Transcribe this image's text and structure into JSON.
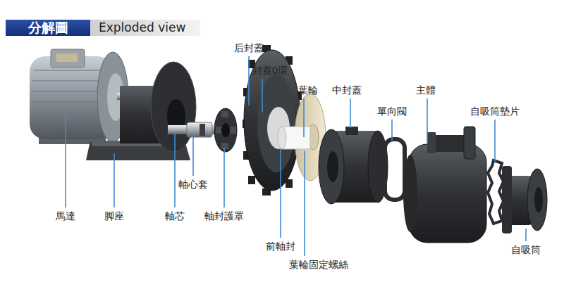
{
  "diagram": {
    "title": "分解圖",
    "labels": [
      "Exploded view",
      "后封蓋",
      "封蓋0環",
      "葉輪",
      "中封蓋",
      "單向閥",
      "主體",
      "自吸筒墊片",
      "馬達",
      "脚座",
      "軸心套",
      "軸芯",
      "軸封護罩",
      "前軸封",
      "葉輪固定螺絲",
      "自吸筒"
    ]
  }
}
